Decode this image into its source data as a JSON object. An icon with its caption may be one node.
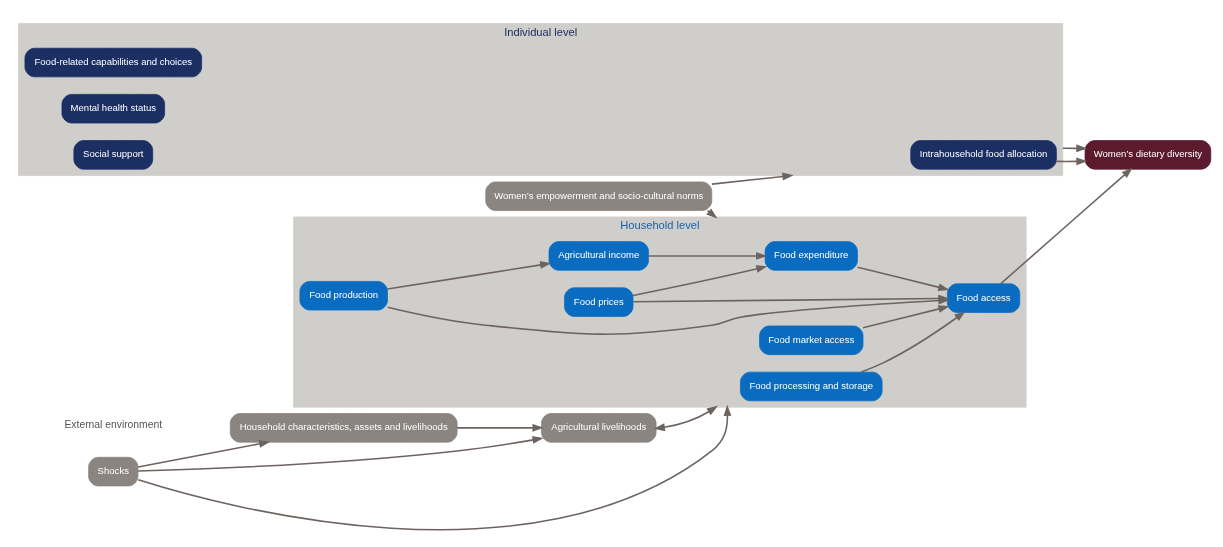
{
  "diagram": {
    "nodes": [
      {
        "text": [
          "Household characteristics, assets and livelihoods"
        ]
      },
      {
        "text": [
          "Agricultural livelihoods"
        ]
      },
      {
        "text": [
          "Household level"
        ]
      },
      {
        "text": [
          "Food market access"
        ],
        "in": 2
      },
      {
        "text": [
          "Food production"
        ],
        "in": 2
      },
      {
        "text": [
          "Food prices"
        ],
        "in": 2
      },
      {
        "text": [
          "Agricultural income"
        ],
        "in": 2
      },
      {
        "text": [
          "Food expenditure"
        ],
        "in": 2
      },
      {
        "text": [
          "Food processing and storage"
        ],
        "in": 2
      },
      {
        "text": [
          "Food access"
        ],
        "in": 2
      },
      {
        "text": [
          "Women’s dietary diversity"
        ]
      },
      {
        "text": [
          "Individual level"
        ]
      },
      {
        "text": [
          "Intrahousehold food allocation"
        ],
        "in": 11
      },
      {
        "text": [
          "Food-related capabilities and choices"
        ],
        "in": 11
      },
      {
        "text": [
          "Mental health status"
        ],
        "in": 11
      },
      {
        "text": [
          "Social support"
        ],
        "in": 11
      },
      {
        "text": [
          "Shocks"
        ]
      },
      {
        "text": [
          "Women’s empowerment and socio-cultural norms"
        ]
      }
    ],
    "edges": [
      {
        "from": 0,
        "to": 1,
        "arrow": "to"
      },
      {
        "from": 1,
        "to": 2,
        "arrow": "both"
      },
      {
        "from": 3,
        "to": 9,
        "arrow": "to"
      },
      {
        "from": 4,
        "to": 9,
        "arrow": "to"
      },
      {
        "from": 5,
        "to": 9,
        "arrow": "to"
      },
      {
        "from": 7,
        "to": 9,
        "arrow": "to"
      },
      {
        "from": 8,
        "to": 9,
        "arrow": "to"
      },
      {
        "from": 4,
        "to": 6,
        "arrow": "to"
      },
      {
        "from": 6,
        "to": 7,
        "arrow": "to"
      },
      {
        "from": 5,
        "to": 7,
        "arrow": "to"
      },
      {
        "from": 9,
        "to": 10,
        "arrow": "to"
      },
      {
        "from": 12,
        "to": 10,
        "arrow": "to"
      },
      {
        "from": 11,
        "to": 10,
        "arrow": "to"
      },
      {
        "from": 16,
        "to": 0,
        "arrow": "to"
      },
      {
        "from": 16,
        "to": 1,
        "arrow": "to"
      },
      {
        "from": 16,
        "to": 2,
        "arrow": "to"
      },
      {
        "from": 17,
        "to": 2,
        "arrow": "to"
      },
      {
        "from": 17,
        "to": 11,
        "arrow": "to"
      }
    ],
    "labels": [
      "External environment"
    ]
  }
}
